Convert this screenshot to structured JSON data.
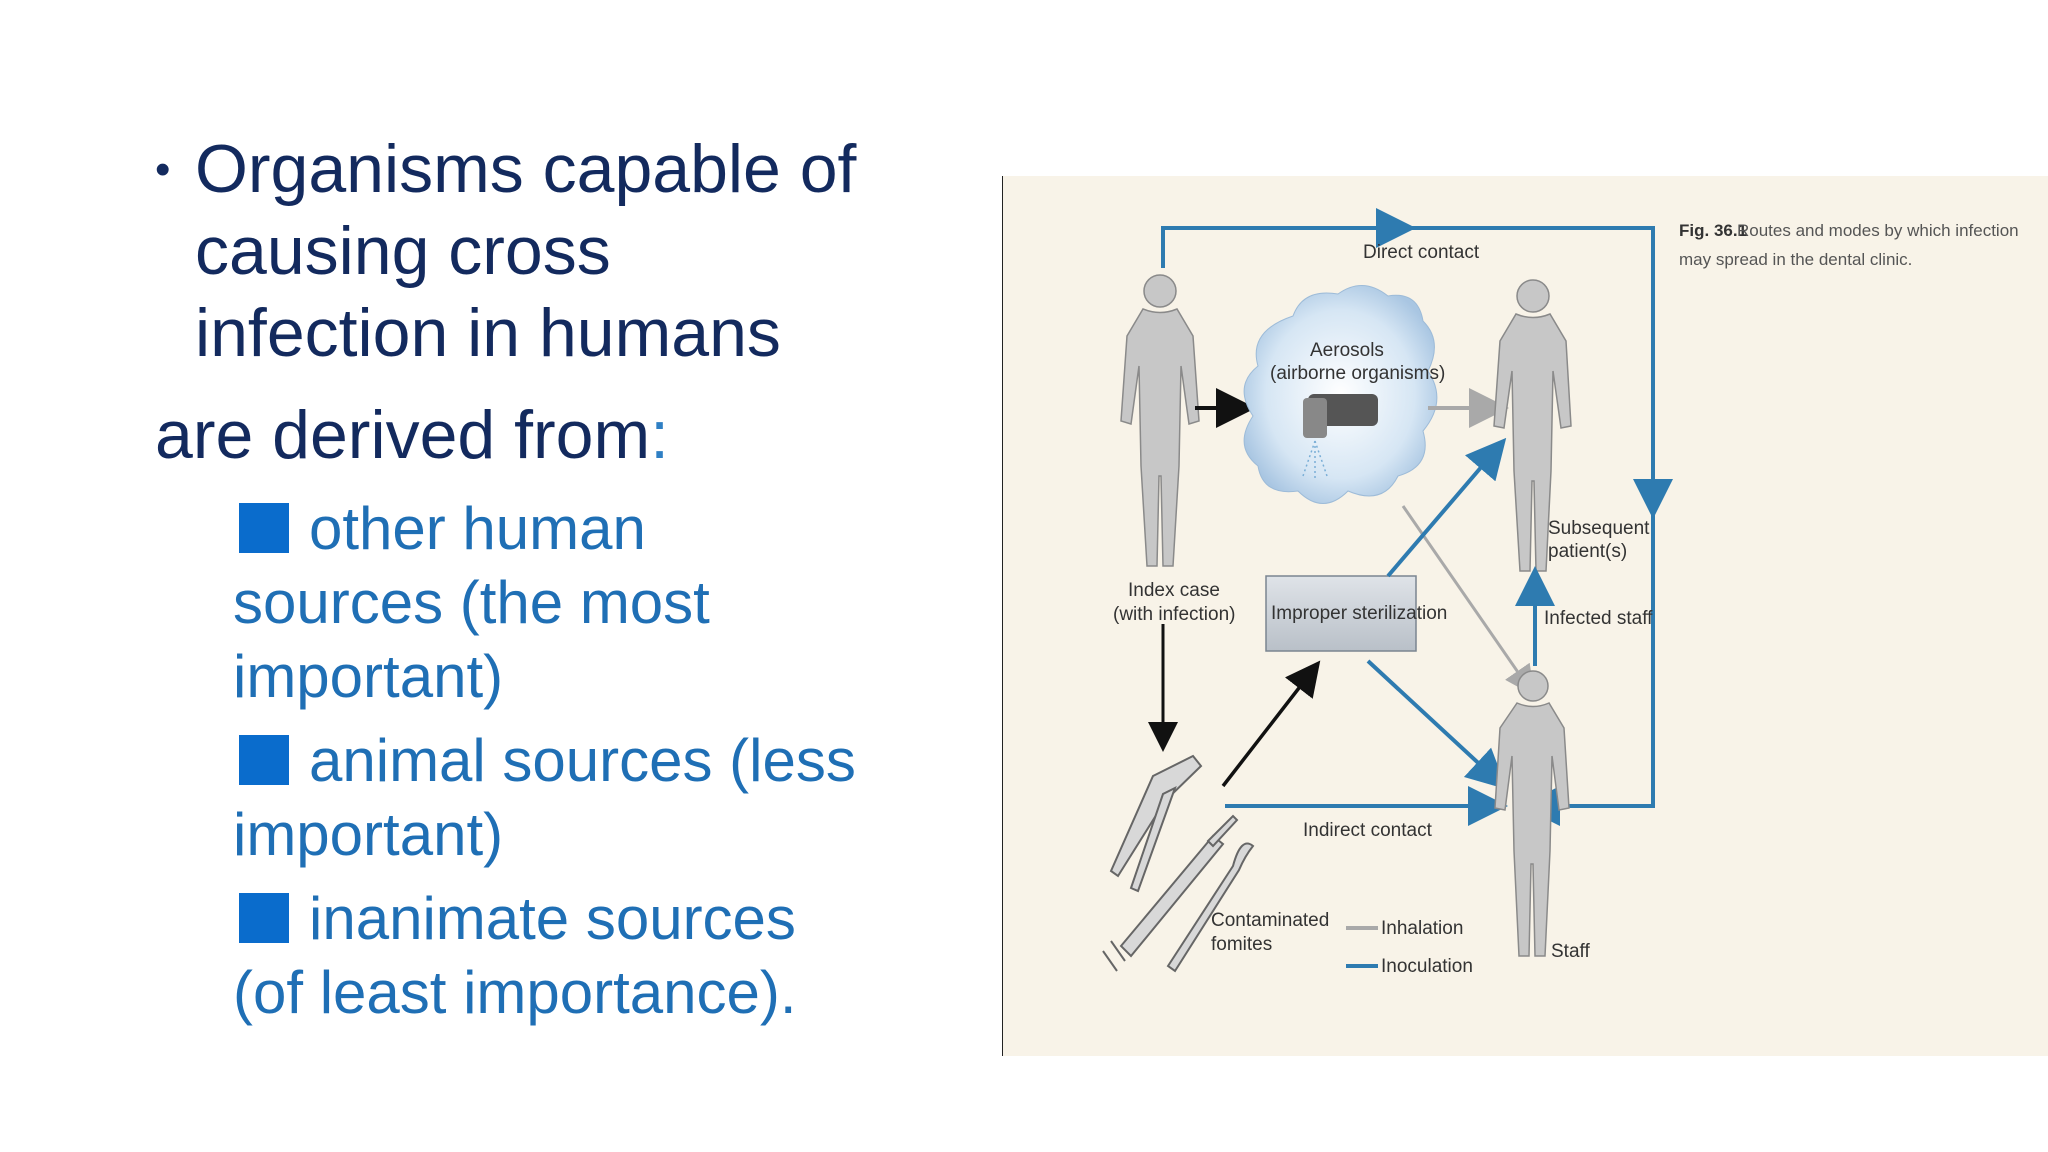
{
  "bullet": {
    "line1": "Organisms capable of",
    "line2": "causing cross",
    "line3": "infection in humans"
  },
  "derived": {
    "text": "are derived from",
    "colon": ":"
  },
  "sources": [
    {
      "line1": "other human",
      "line2": "sources (the most",
      "line3": "important)"
    },
    {
      "line1": "animal sources (less",
      "line2": "important)"
    },
    {
      "line1": "inanimate sources",
      "line2": "(of least importance)."
    }
  ],
  "figure": {
    "direct_contact": "Direct contact",
    "aerosols_1": "Aerosols",
    "aerosols_2": "(airborne organisms)",
    "index_case_1": "Index case",
    "index_case_2": "(with infection)",
    "improper_sterilization": "Improper sterilization",
    "subsequent_1": "Subsequent",
    "subsequent_2": "patient(s)",
    "infected_staff": "Infected staff",
    "indirect_contact": "Indirect contact",
    "fomites_1": "Contaminated",
    "fomites_2": "fomites",
    "legend_inhalation": "Inhalation",
    "legend_inoculation": "Inoculation",
    "staff": "Staff",
    "caption_label": "Fig. 36.1",
    "caption_1": "Routes and modes by which infection",
    "caption_2": "may spread in the dental clinic.",
    "colors": {
      "inoculation": "#2e7bb0",
      "inhalation": "#a9a9a9",
      "body": "#c7c7c7"
    }
  }
}
